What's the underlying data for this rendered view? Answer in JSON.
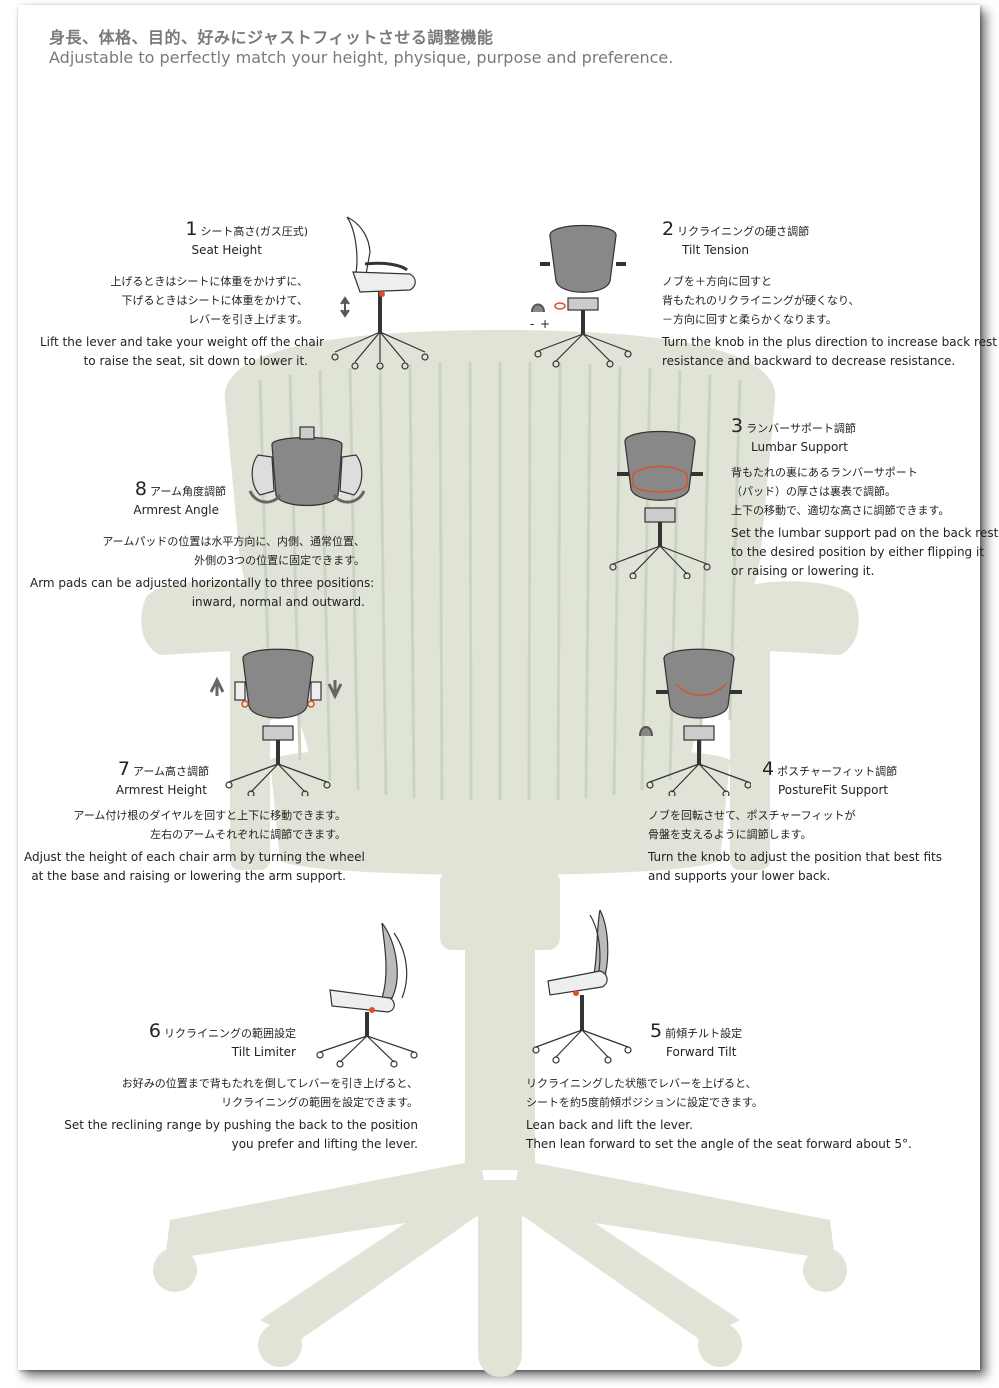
{
  "header": {
    "title_ja": "身長、体格、目的、好みにジャストフィットさせる調整機能",
    "title_en": "Adjustable to perfectly match your height, physique, purpose and preference."
  },
  "sections": [
    {
      "num": "1",
      "title_ja": "シート高さ(ガス圧式)",
      "title_en": "Seat Height",
      "body_ja": [
        "上げるときはシートに体重をかけずに、",
        "下げるときはシートに体重をかけて、",
        "レバーを引き上げます。"
      ],
      "body_en": [
        "Lift the lever and take your weight off the chair",
        "to raise the seat, sit down to lower it."
      ]
    },
    {
      "num": "2",
      "title_ja": "リクライニングの硬さ調節",
      "title_en": "Tilt Tension",
      "body_ja": [
        "ノブを＋方向に回すと",
        "背もたれのリクライニングが硬くなり、",
        "－方向に回すと柔らかくなります。"
      ],
      "body_en": [
        "Turn the knob in the plus direction to increase back rest",
        "resistance and backward to decrease resistance."
      ]
    },
    {
      "num": "3",
      "title_ja": "ランバーサポート調節",
      "title_en": "Lumbar Support",
      "body_ja": [
        "背もたれの裏にあるランバーサポート",
        "（パッド）の厚さは裏表で調節。",
        "上下の移動で、適切な高さに調節できます。"
      ],
      "body_en": [
        "Set the lumbar support pad on the back rest",
        "to the desired position by either flipping it",
        "or raising or lowering it."
      ]
    },
    {
      "num": "4",
      "title_ja": "ポスチャーフィット調節",
      "title_en": "PostureFit Support",
      "body_ja": [
        "ノブを回転させて、ポスチャーフィットが",
        "骨盤を支えるように調節します。"
      ],
      "body_en": [
        "Turn the knob to adjust  the position that best fits",
        "and supports your lower back."
      ]
    },
    {
      "num": "5",
      "title_ja": "前傾チルト設定",
      "title_en": "Forward Tilt",
      "body_ja": [
        "リクライニングした状態でレバーを上げると、",
        "シートを約5度前傾ポジションに設定できます。"
      ],
      "body_en": [
        "Lean back and lift the lever.",
        "Then lean forward to set the angle of the seat forward about 5°."
      ]
    },
    {
      "num": "6",
      "title_ja": "リクライニングの範囲設定",
      "title_en": "Tilt Limiter",
      "body_ja": [
        "お好みの位置まで背もたれを倒してレバーを引き上げると、",
        "リクライニングの範囲を設定できます。"
      ],
      "body_en": [
        "Set the reclining range by pushing the back to the position",
        "you prefer and lifting the lever."
      ]
    },
    {
      "num": "7",
      "title_ja": "アーム高さ調節",
      "title_en": "Armrest Height",
      "body_ja": [
        "アーム付け根のダイヤルを回すと上下に移動できます。",
        "左右のアームそれぞれに調節できます。"
      ],
      "body_en": [
        "Adjust the height of each chair arm by turning the wheel",
        "at the base and raising or lowering the arm support."
      ]
    },
    {
      "num": "8",
      "title_ja": "アーム角度調節",
      "title_en": "Armrest Angle",
      "body_ja": [
        "アームパッドの位置は水平方向に、内側、通常位置、",
        "外側の3つの位置に固定できます。"
      ],
      "body_en": [
        "Arm pads can be adjusted horizontally to three positions:",
        "inward, normal and outward."
      ]
    }
  ],
  "knob_signs": {
    "minus": "-",
    "plus": "+"
  },
  "colors": {
    "background_chair": "#dfe4d7",
    "accent": "#d9512c",
    "text": "#222222",
    "title": "#7a7a7a"
  }
}
